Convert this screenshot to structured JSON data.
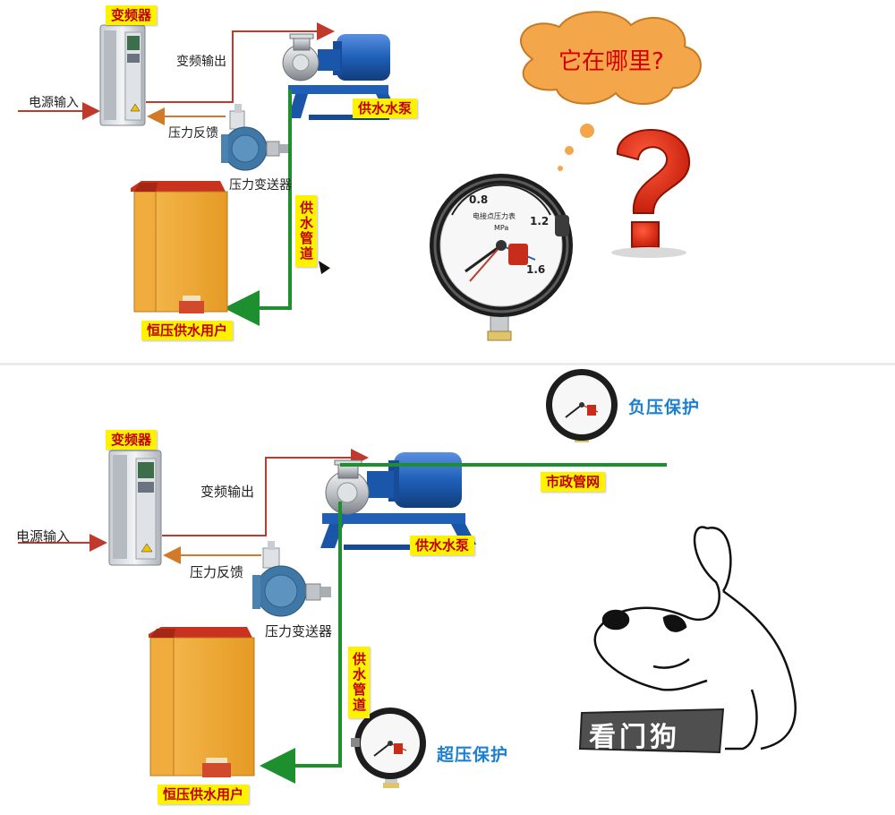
{
  "top_diagram": {
    "vfd_label": "变频器",
    "vfd_output_label": "变频输出",
    "power_input_label": "电源输入",
    "pressure_feedback_label": "压力反馈",
    "pump_label": "供水水泵",
    "transmitter_label": "压力变送器",
    "pipe_label": "供水管道",
    "users_label": "恒压供水用户",
    "question_text": "它在哪里?",
    "gauge_text": {
      "reading_08": "0.8",
      "reading_12": "1.2",
      "reading_16": "1.6",
      "title": "电接点压力表",
      "unit": "MPa"
    }
  },
  "bottom_diagram": {
    "vfd_label": "变频器",
    "vfd_output_label": "变频输出",
    "power_input_label": "电源输入",
    "pressure_feedback_label": "压力反馈",
    "pump_label": "供水水泵",
    "transmitter_label": "压力变送器",
    "pipe_label": "供水管道",
    "users_label": "恒压供水用户",
    "municipal_label": "市政管网",
    "negative_protect_label": "负压保护",
    "over_protect_label": "超压保护",
    "watchdog_text": "看门狗"
  },
  "colors": {
    "signal_line": "#c0392b",
    "water_line": "#1e8f2e",
    "label_bg": "#fff200",
    "label_fg": "#c00000",
    "pump_blue": "#1f5fb8",
    "protect_text": "#1d7fd0"
  }
}
